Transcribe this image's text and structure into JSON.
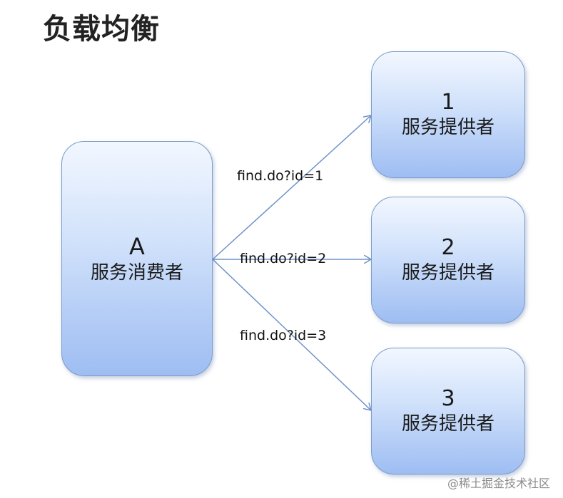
{
  "title": "负载均衡",
  "consumer": {
    "id": "A",
    "label": "服务消费者"
  },
  "providers": [
    {
      "id": "1",
      "label": "服务提供者"
    },
    {
      "id": "2",
      "label": "服务提供者"
    },
    {
      "id": "3",
      "label": "服务提供者"
    }
  ],
  "requests": [
    {
      "text": "find.do?id=1"
    },
    {
      "text": "find.do?id=2"
    },
    {
      "text": "find.do?id=3"
    }
  ],
  "watermark": "@稀土掘金技术社区",
  "colors": {
    "arrow": "#6f93c9",
    "box_border": "#7a9cc8"
  }
}
